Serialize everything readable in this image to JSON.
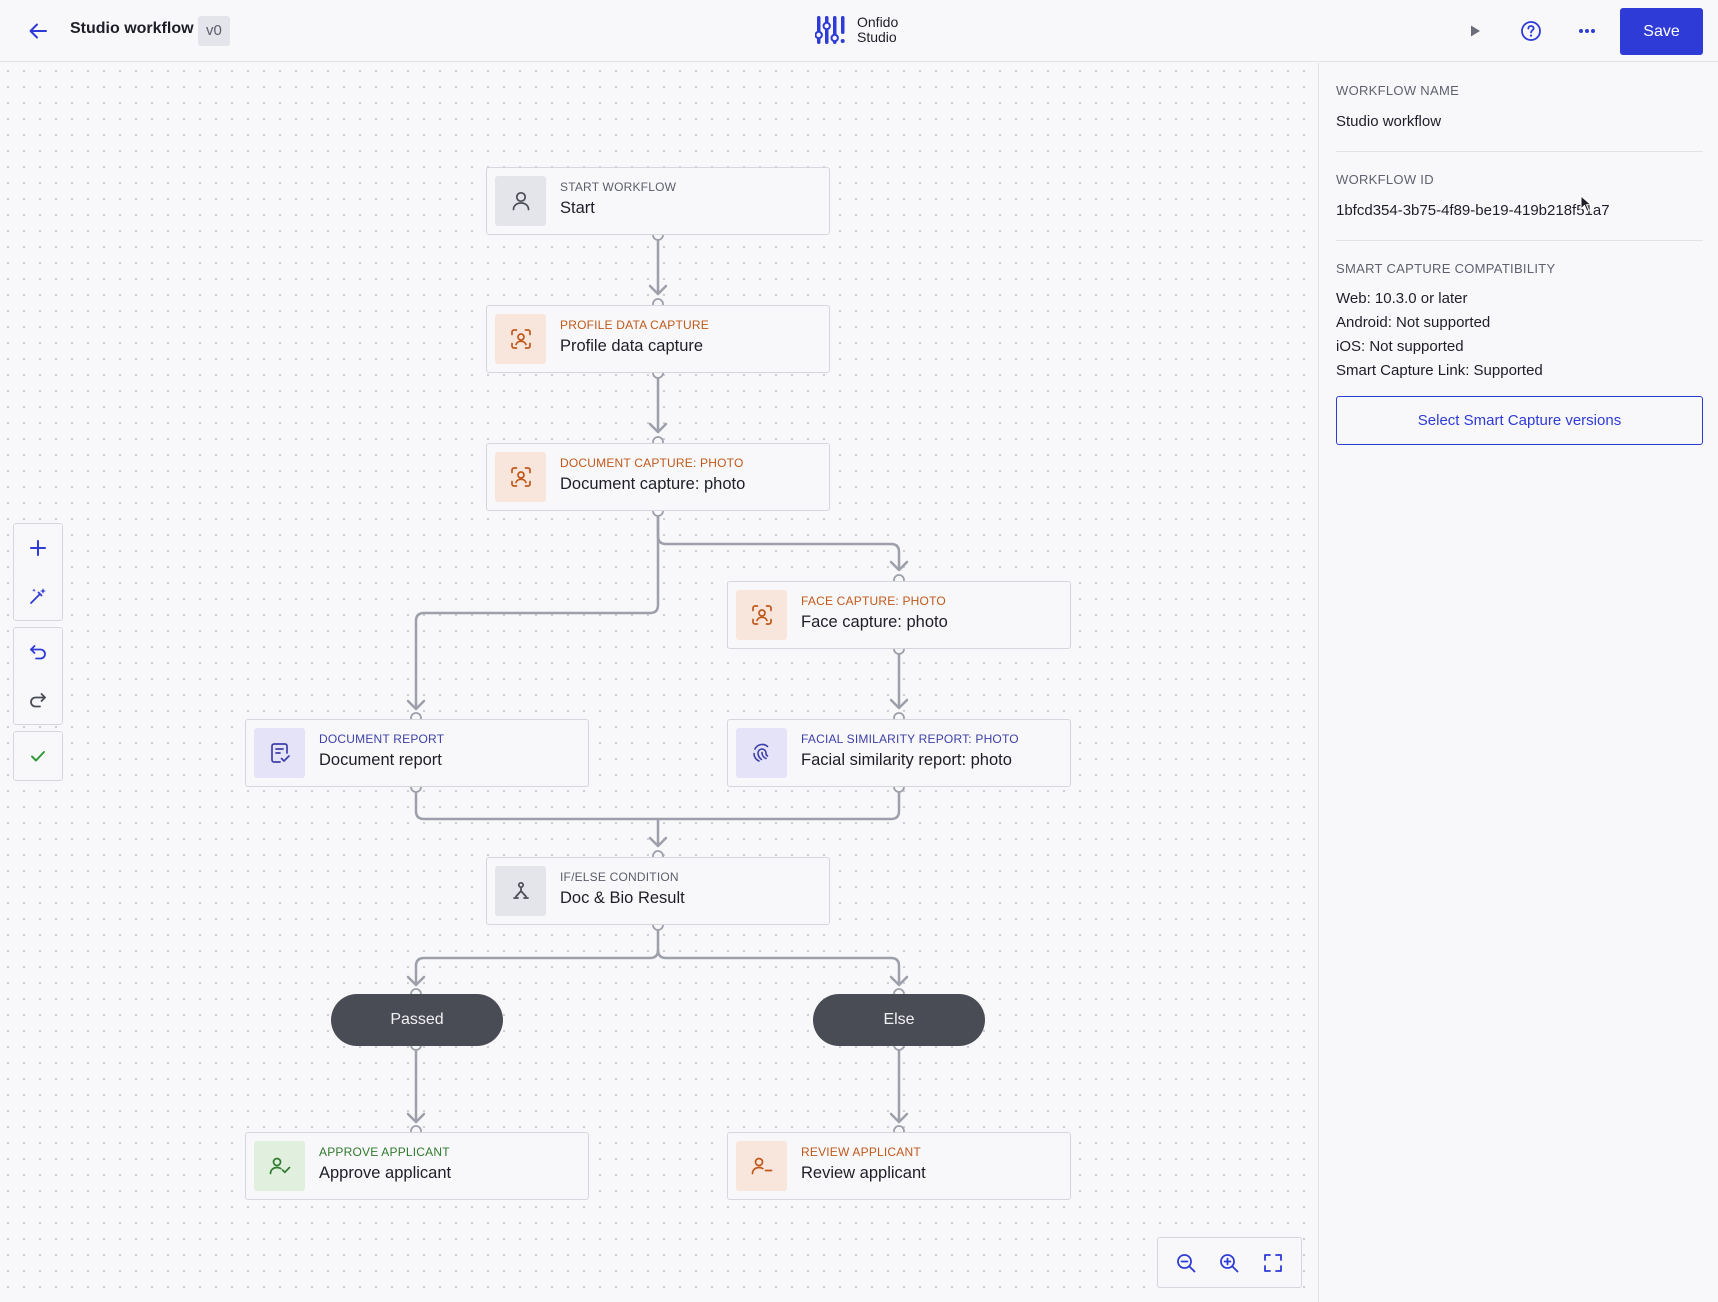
{
  "header": {
    "title": "Studio workflow",
    "version": "v0",
    "logo_line1": "Onfido",
    "logo_line2": "Studio",
    "save_label": "Save"
  },
  "nodes": {
    "start": {
      "type": "START WORKFLOW",
      "name": "Start"
    },
    "profile": {
      "type": "PROFILE DATA CAPTURE",
      "name": "Profile data capture"
    },
    "doc_capture": {
      "type": "DOCUMENT CAPTURE: PHOTO",
      "name": "Document capture: photo"
    },
    "face_capture": {
      "type": "FACE CAPTURE: PHOTO",
      "name": "Face capture: photo"
    },
    "doc_report": {
      "type": "DOCUMENT REPORT",
      "name": "Document report"
    },
    "facial_report": {
      "type": "FACIAL SIMILARITY REPORT: PHOTO",
      "name": "Facial similarity report: photo"
    },
    "condition": {
      "type": "IF/ELSE CONDITION",
      "name": "Doc & Bio Result"
    },
    "passed": {
      "name": "Passed"
    },
    "else": {
      "name": "Else"
    },
    "approve": {
      "type": "APPROVE APPLICANT",
      "name": "Approve applicant"
    },
    "review": {
      "type": "REVIEW APPLICANT",
      "name": "Review applicant"
    }
  },
  "panel": {
    "name_label": "WORKFLOW NAME",
    "name_value": "Studio workflow",
    "id_label": "WORKFLOW ID",
    "id_value": "1bfcd354-3b75-4f89-be19-419b218f51a7",
    "compat_label": "SMART CAPTURE COMPATIBILITY",
    "compat_lines": [
      "Web: 10.3.0 or later",
      "Android: Not supported",
      "iOS: Not supported",
      "Smart Capture Link: Supported"
    ],
    "select_button": "Select Smart Capture versions"
  },
  "colors": {
    "accent": "#2e3bd6",
    "capture_orange": "#c0581a",
    "report_purple": "#3d3fa8",
    "approve_green": "#2f7a2c",
    "neutral_gray": "#5b5d6b"
  },
  "icons": {
    "back": "arrow-left-icon",
    "play": "play-icon",
    "help": "help-icon",
    "more": "more-icon",
    "add": "plus-icon",
    "magic": "magic-wand-icon",
    "undo": "undo-icon",
    "redo": "redo-icon",
    "check": "check-icon",
    "zoom_out": "zoom-out-icon",
    "zoom_in": "zoom-in-icon",
    "fit": "fit-view-icon"
  }
}
